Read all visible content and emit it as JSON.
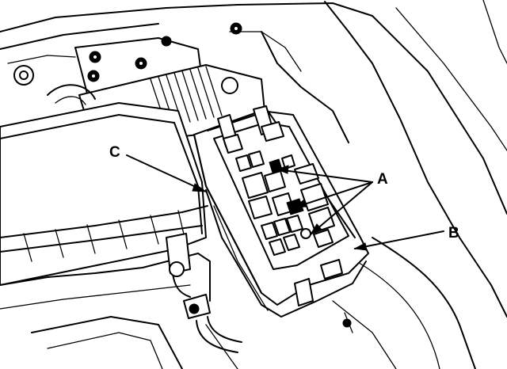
{
  "diagram": {
    "callouts": {
      "a": "A",
      "b": "B",
      "c": "C"
    },
    "line_color": "#000000",
    "background": "#ffffff"
  }
}
